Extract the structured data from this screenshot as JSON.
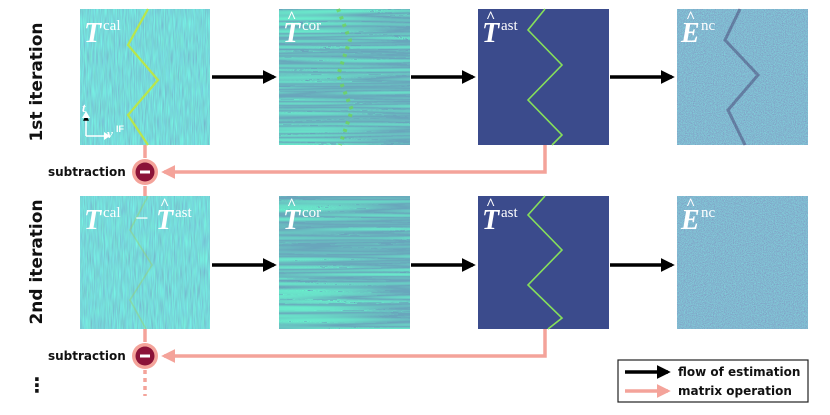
{
  "rows": [
    {
      "label": "1st iteration",
      "panels": [
        {
          "symbol": "T",
          "sup": "cal",
          "hat": false,
          "extra": null
        },
        {
          "symbol": "T",
          "sup": "cor",
          "hat": true,
          "extra": null
        },
        {
          "symbol": "T",
          "sup": "ast",
          "hat": true,
          "extra": null
        },
        {
          "symbol": "E",
          "sup": "nc",
          "hat": true,
          "extra": null
        }
      ]
    },
    {
      "label": "2nd iteration",
      "panels": [
        {
          "symbol": "T",
          "sup": "cal",
          "hat": false,
          "extra": {
            "op": "−",
            "symbol": "T",
            "sup": "ast",
            "hat": true
          }
        },
        {
          "symbol": "T",
          "sup": "cor",
          "hat": true,
          "extra": null
        },
        {
          "symbol": "T",
          "sup": "ast",
          "hat": true,
          "extra": null
        },
        {
          "symbol": "E",
          "sup": "nc",
          "hat": true,
          "extra": null
        }
      ]
    }
  ],
  "axes_inset": {
    "t_label": "t",
    "nu_label": "ν",
    "nu_sub": "IF"
  },
  "subtraction_label": "subtraction",
  "continuation_glyph": "⋮",
  "legend": [
    {
      "label": "flow of estimation",
      "color": "#000000"
    },
    {
      "label": "matrix operation",
      "color": "#f4a39a"
    }
  ],
  "colors": {
    "flow": "#000000",
    "matrix_op": "#f4a39a",
    "minus_node": "#8b1238",
    "flat_panel": "#3b4b8c",
    "zigzag": "#86e05a"
  }
}
